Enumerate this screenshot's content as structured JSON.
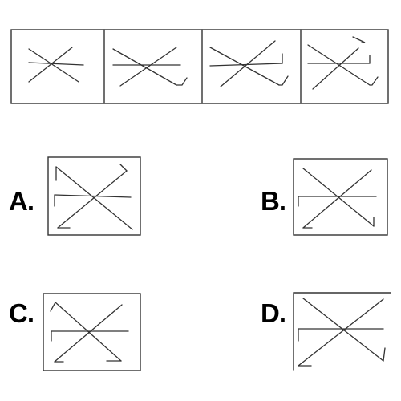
{
  "options": {
    "a": "A.",
    "b": "B.",
    "c": "C.",
    "d": "D."
  },
  "colors": {
    "line": "#333333",
    "background": "#ffffff"
  }
}
